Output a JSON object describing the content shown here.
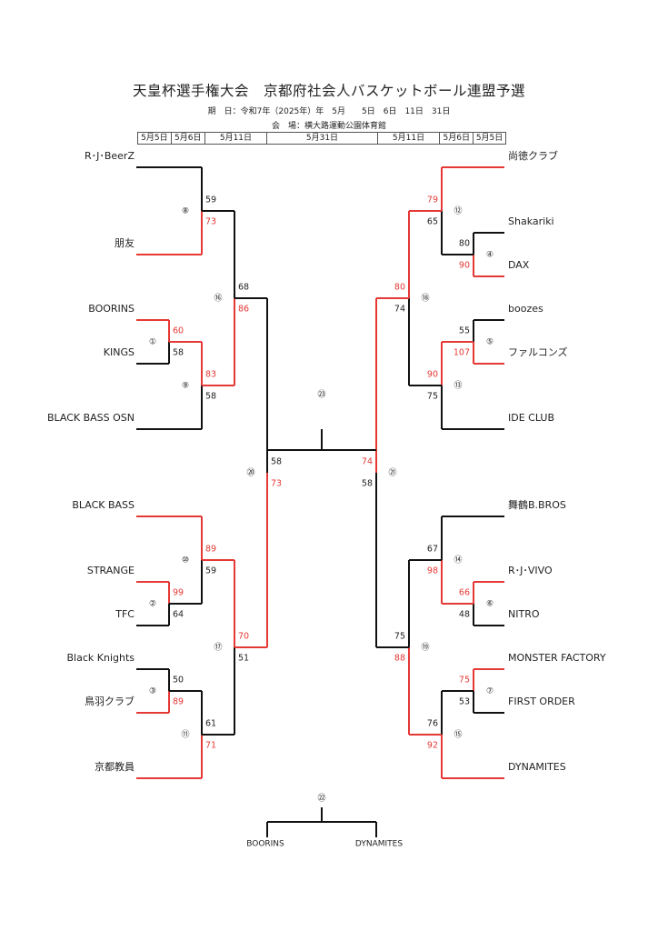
{
  "header": {
    "title": "天皇杯選手権大会　京都府社会人バスケットボール連盟予選",
    "period": "期　日：令和7年（2025年）年　5月　　5日　6日　11日　31日",
    "venue": "会　場：横大路運動公園体育館"
  },
  "schedule": [
    "5月5日",
    "5月6日",
    "5月11日",
    "5月31日",
    "5月11日",
    "5月6日",
    "5月5日"
  ],
  "colors": {
    "winner": "#e53935",
    "line": "#111111"
  },
  "chart_data": {
    "type": "bracket",
    "left_teams": [
      "R･J･BeerZ",
      "朋友",
      "BOORINS",
      "KINGS",
      "BLACK BASS OSN",
      "BLACK BASS",
      "STRANGE",
      "TFC",
      "Black Knights",
      "鳥羽クラブ",
      "京都教員"
    ],
    "right_teams": [
      "尚徳クラブ",
      "Shakariki",
      "DAX",
      "boozes",
      "ファルコンズ",
      "IDE CLUB",
      "舞鶴B.BROS",
      "R･J･VIVO",
      "NITRO",
      "MONSTER FACTORY",
      "FIRST ORDER",
      "DYNAMITES"
    ],
    "games": [
      {
        "no": "①",
        "teams": [
          "BOORINS",
          "KINGS"
        ],
        "scores": [
          60,
          58
        ],
        "winner": "BOORINS"
      },
      {
        "no": "②",
        "teams": [
          "STRANGE",
          "TFC"
        ],
        "scores": [
          99,
          64
        ],
        "winner": "STRANGE"
      },
      {
        "no": "③",
        "teams": [
          "Black Knights",
          "鳥羽クラブ"
        ],
        "scores": [
          50,
          89
        ],
        "winner": "鳥羽クラブ"
      },
      {
        "no": "④",
        "teams": [
          "Shakariki",
          "DAX"
        ],
        "scores": [
          80,
          90
        ],
        "winner": "DAX"
      },
      {
        "no": "⑤",
        "teams": [
          "boozes",
          "ファルコンズ"
        ],
        "scores": [
          55,
          107
        ],
        "winner": "ファルコンズ"
      },
      {
        "no": "⑥",
        "teams": [
          "R･J･VIVO",
          "NITRO"
        ],
        "scores": [
          66,
          48
        ],
        "winner": "R･J･VIVO"
      },
      {
        "no": "⑦",
        "teams": [
          "MONSTER FACTORY",
          "FIRST ORDER"
        ],
        "scores": [
          75,
          53
        ],
        "winner": "MONSTER FACTORY"
      },
      {
        "no": "⑧",
        "teams": [
          "R･J･BeerZ",
          "朋友"
        ],
        "scores": [
          59,
          73
        ],
        "winner": "朋友"
      },
      {
        "no": "⑨",
        "teams": [
          "BOORINS",
          "BLACK BASS OSN"
        ],
        "scores": [
          83,
          58
        ],
        "winner": "BOORINS"
      },
      {
        "no": "⑩",
        "teams": [
          "BLACK BASS",
          "STRANGE"
        ],
        "scores": [
          89,
          59
        ],
        "winner": "BLACK BASS"
      },
      {
        "no": "⑪",
        "teams": [
          "鳥羽クラブ",
          "京都教員"
        ],
        "scores": [
          61,
          71
        ],
        "winner": "京都教員"
      },
      {
        "no": "⑫",
        "teams": [
          "尚徳クラブ",
          "DAX"
        ],
        "scores": [
          79,
          65
        ],
        "winner": "尚徳クラブ"
      },
      {
        "no": "⑬",
        "teams": [
          "ファルコンズ",
          "IDE CLUB"
        ],
        "scores": [
          90,
          75
        ],
        "winner": "ファルコンズ"
      },
      {
        "no": "⑭",
        "teams": [
          "舞鶴B.BROS",
          "R･J･VIVO"
        ],
        "scores": [
          67,
          98
        ],
        "winner": "R･J･VIVO"
      },
      {
        "no": "⑮",
        "teams": [
          "MONSTER FACTORY",
          "DYNAMITES"
        ],
        "scores": [
          76,
          92
        ],
        "winner": "DYNAMITES"
      },
      {
        "no": "⑯",
        "teams": [
          "朋友",
          "BOORINS"
        ],
        "scores": [
          68,
          86
        ],
        "winner": "BOORINS"
      },
      {
        "no": "⑰",
        "teams": [
          "BLACK BASS",
          "京都教員"
        ],
        "scores": [
          70,
          51
        ],
        "winner": "BLACK BASS"
      },
      {
        "no": "⑱",
        "teams": [
          "尚徳クラブ",
          "ファルコンズ"
        ],
        "scores": [
          80,
          74
        ],
        "winner": "尚徳クラブ"
      },
      {
        "no": "⑲",
        "teams": [
          "R･J･VIVO",
          "DYNAMITES"
        ],
        "scores": [
          75,
          88
        ],
        "winner": "DYNAMITES"
      },
      {
        "no": "⑳",
        "teams": [
          "BOORINS",
          "BLACK BASS"
        ],
        "scores": [
          58,
          73
        ],
        "winner": "BLACK BASS"
      },
      {
        "no": "㉑",
        "teams": [
          "尚徳クラブ",
          "DYNAMITES"
        ],
        "scores": [
          74,
          58
        ],
        "winner": "尚徳クラブ"
      },
      {
        "no": "㉓",
        "teams": [
          "BLACK BASS",
          "尚徳クラブ"
        ],
        "scores": [],
        "winner": ""
      },
      {
        "no": "㉒",
        "teams": [
          "BOORINS",
          "DYNAMITES"
        ],
        "scores": [],
        "winner": ""
      }
    ]
  }
}
